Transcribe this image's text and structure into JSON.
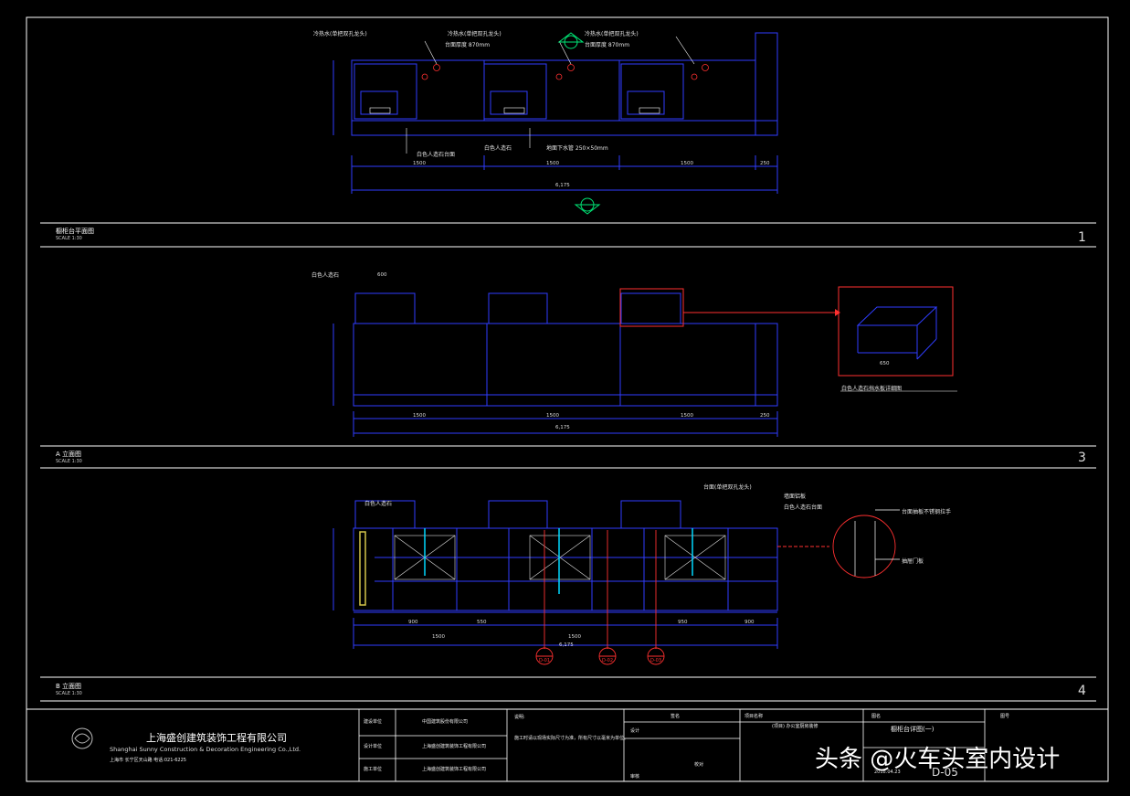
{
  "views": [
    {
      "title": "橱柜台平面图",
      "scale": "SCALE 1:30",
      "number": "1"
    },
    {
      "title": "A 立面图",
      "scale": "SCALE 1:30",
      "number": "3"
    },
    {
      "title": "B 立面图",
      "scale": "SCALE 1:30",
      "number": "4"
    }
  ],
  "plan_labels": {
    "top_left": "冷热水(单把双孔龙头)",
    "top_mid_1": "冷热水(单把双孔龙头)",
    "top_mid_2": "台面厚度 870mm",
    "top_right_1": "冷热水(单把双孔龙头)",
    "top_right_2": "台面厚度 870mm",
    "bottom_1": "白色人造石台面",
    "bottom_2": "白色人造石",
    "bottom_3": "地面下水管 250×50mm",
    "total": "6,175",
    "seg": [
      "1500",
      "1500",
      "1500",
      "250"
    ]
  },
  "elev_a": {
    "label": "白色人造石",
    "detail_caption": "白色人造石挡水板详细图",
    "dim_600": "600",
    "dim_650": "650",
    "seg": [
      "1500",
      "1500",
      "1500",
      "250"
    ],
    "total": "6,175"
  },
  "elev_b": {
    "label": "白色人造石",
    "label_r1": "台面(单把双孔龙头)",
    "label_r2": "墙面铝板",
    "label_r3": "白色人造石台面",
    "detail_r1": "台面抽板不锈钢拉手",
    "detail_r2": "抽屉门板",
    "seg": [
      "900",
      "1500",
      "550",
      "1500",
      "950",
      "900"
    ],
    "total": "6,175",
    "tags": [
      "D-01",
      "D-02",
      "D-03"
    ]
  },
  "titleblock": {
    "company_cn": "上海盛创建筑装饰工程有限公司",
    "company_en": "Shanghai Sunny Construction & Decoration Engineering Co.,Ltd.",
    "address": "上海市 长宁区天山路  电话:021-6225",
    "phone": "联系电话:021-6225",
    "rows": [
      "建设单位",
      "设计单位",
      "施工单位"
    ],
    "row_values": [
      "中国建筑股份有限公司",
      "上海盛创建筑装饰工程有限公司",
      "上海盛创建筑装饰工程有限公司"
    ],
    "notes_head": "说明:",
    "notes": "施工时请以现场实际尺寸为准，所有尺寸以毫米为单位。",
    "sign_head": "签名",
    "sign_cols": [
      "设计",
      "校对",
      "审核"
    ],
    "project_head": "项目名称",
    "project_name": "(项目) 办公室厨房装修",
    "drawing_title_head": "图名",
    "drawing_title": "橱柜台详图(一)",
    "date": "2018.04.23",
    "drawing_no": "D-05",
    "sheet_head": "图号"
  },
  "watermark": "头条 @火车头室内设计"
}
